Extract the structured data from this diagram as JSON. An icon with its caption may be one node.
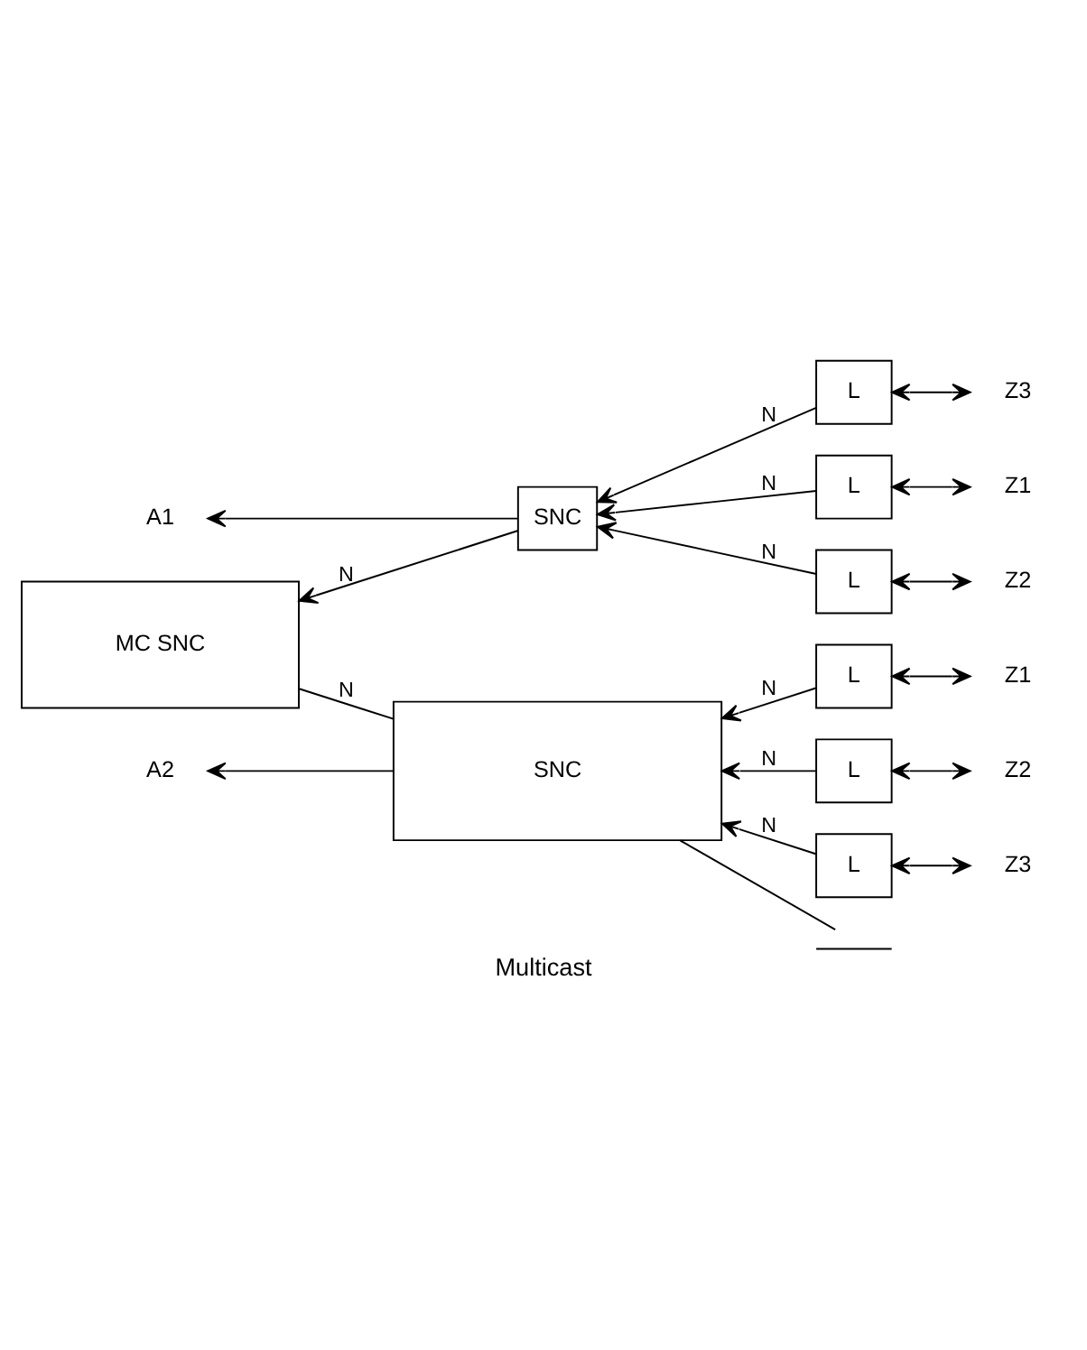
{
  "diagram": {
    "caption": "Multicast",
    "nodes": [
      {
        "text": [
          "MC SNC"
        ]
      },
      {
        "text": [
          "SNC"
        ]
      },
      {
        "text": [
          "A1"
        ]
      },
      {
        "text": [
          "L"
        ]
      },
      {
        "text": [
          "Z1"
        ]
      },
      {
        "text": [
          "L"
        ]
      },
      {
        "text": [
          "Z2"
        ]
      },
      {
        "text": [
          "L"
        ]
      },
      {
        "text": [
          "Z3"
        ]
      },
      {
        "text": [
          "SNC"
        ]
      },
      {
        "text": [
          "A2"
        ]
      },
      {
        "text": [],
        "shape": "bar"
      },
      {
        "text": [
          "L"
        ]
      },
      {
        "text": [
          "Z1"
        ]
      },
      {
        "text": [
          "L"
        ]
      },
      {
        "text": [
          "Z2"
        ]
      },
      {
        "text": [
          "L"
        ]
      },
      {
        "text": [
          "Z3"
        ]
      }
    ],
    "edges": [
      {
        "from": 0,
        "to": 9,
        "arrow": "none",
        "label": "N"
      },
      {
        "from": 1,
        "to": 0,
        "arrow": "to",
        "label": "N"
      },
      {
        "from": 1,
        "to": 2,
        "arrow": "to"
      },
      {
        "from": 3,
        "to": 1,
        "arrow": "to",
        "label": "N"
      },
      {
        "from": 3,
        "to": 4,
        "arrow": "both"
      },
      {
        "from": 5,
        "to": 1,
        "arrow": "to",
        "label": "N"
      },
      {
        "from": 5,
        "to": 6,
        "arrow": "both"
      },
      {
        "from": 7,
        "to": 1,
        "arrow": "to",
        "label": "N"
      },
      {
        "from": 7,
        "to": 8,
        "arrow": "both"
      },
      {
        "from": 9,
        "to": 10,
        "arrow": "to"
      },
      {
        "from": 9,
        "to": 11,
        "arrow": "none"
      },
      {
        "from": 12,
        "to": 9,
        "arrow": "to",
        "label": "N"
      },
      {
        "from": 12,
        "to": 13,
        "arrow": "both"
      },
      {
        "from": 14,
        "to": 9,
        "arrow": "to",
        "label": "N"
      },
      {
        "from": 14,
        "to": 15,
        "arrow": "both"
      },
      {
        "from": 16,
        "to": 9,
        "arrow": "to",
        "label": "N"
      },
      {
        "from": 16,
        "to": 17,
        "arrow": "both"
      }
    ]
  }
}
